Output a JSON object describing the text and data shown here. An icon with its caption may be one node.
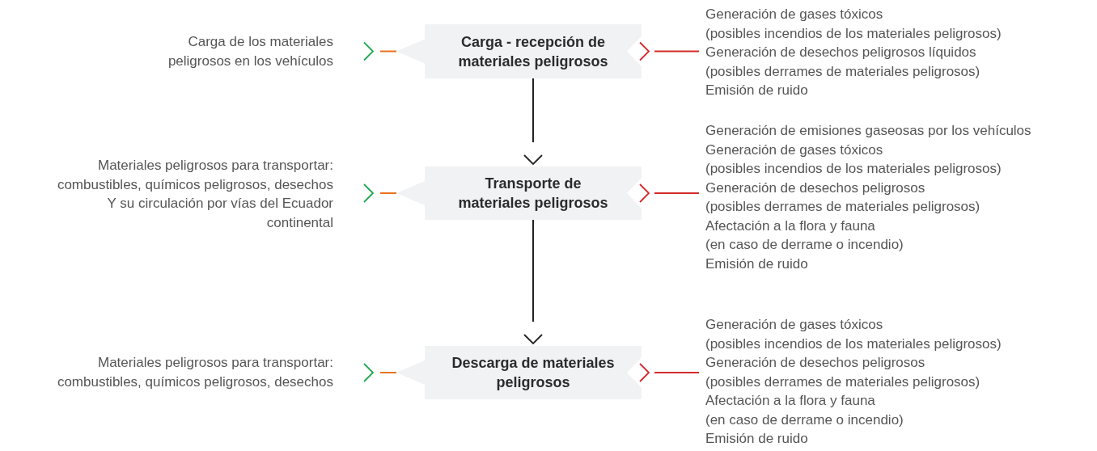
{
  "diagram": {
    "nodes": [
      {
        "text": [
          "Carga de los materiales peligrosos en los vehículos"
        ]
      },
      {
        "text": [
          "Carga - recepción de materiales peligrosos"
        ]
      },
      {
        "text": [
          "Generación de gases tóxicos",
          "(posibles incendios de los materiales peligrosos)",
          "Generación de desechos peligrosos líquidos",
          "(posibles derrames de materiales peligrosos)",
          "Emisión de ruido"
        ]
      },
      {
        "text": [
          "Materiales peligrosos para transportar: combustibles, químicos peligrosos, desechos",
          "Y su circulación por vías del Ecuador continental"
        ]
      },
      {
        "text": [
          "Transporte de materiales peligrosos"
        ]
      },
      {
        "text": [
          "Generación de emisiones gaseosas por los vehículos",
          "Generación de gases tóxicos",
          "(posibles incendios de los materiales peligrosos)",
          "Generación de desechos peligrosos",
          "(posibles derrames de materiales peligrosos)",
          "Afectación a la flora y fauna",
          "(en caso de derrame o incendio)",
          "Emisión de ruido"
        ]
      },
      {
        "text": [
          "Materiales peligrosos para transportar: combustibles, químicos peligrosos, desechos"
        ]
      },
      {
        "text": [
          "Descarga de materiales peligrosos"
        ]
      },
      {
        "text": [
          "Generación de gases tóxicos",
          "(posibles incendios de los materiales peligrosos)",
          "Generación de desechos peligrosos",
          "(posibles derrames de materiales peligrosos)",
          "Afectación a la flora y fauna",
          "(en caso de derrame o incendio)",
          "Emisión de ruido"
        ]
      }
    ],
    "edges": [
      {
        "from": 0,
        "to": 1,
        "arrow": "to",
        "color": "#e8731c"
      },
      {
        "from": 1,
        "to": 2,
        "arrow": "to",
        "color": "#d42a2a"
      },
      {
        "from": 3,
        "to": 4,
        "arrow": "to",
        "color": "#e8731c"
      },
      {
        "from": 4,
        "to": 5,
        "arrow": "to",
        "color": "#d42a2a"
      },
      {
        "from": 6,
        "to": 7,
        "arrow": "to",
        "color": "#e8731c"
      },
      {
        "from": 7,
        "to": 8,
        "arrow": "to",
        "color": "#d42a2a"
      },
      {
        "from": 1,
        "to": 4,
        "arrow": "to",
        "color": "#222222"
      },
      {
        "from": 4,
        "to": 7,
        "arrow": "to",
        "color": "#222222"
      }
    ]
  }
}
